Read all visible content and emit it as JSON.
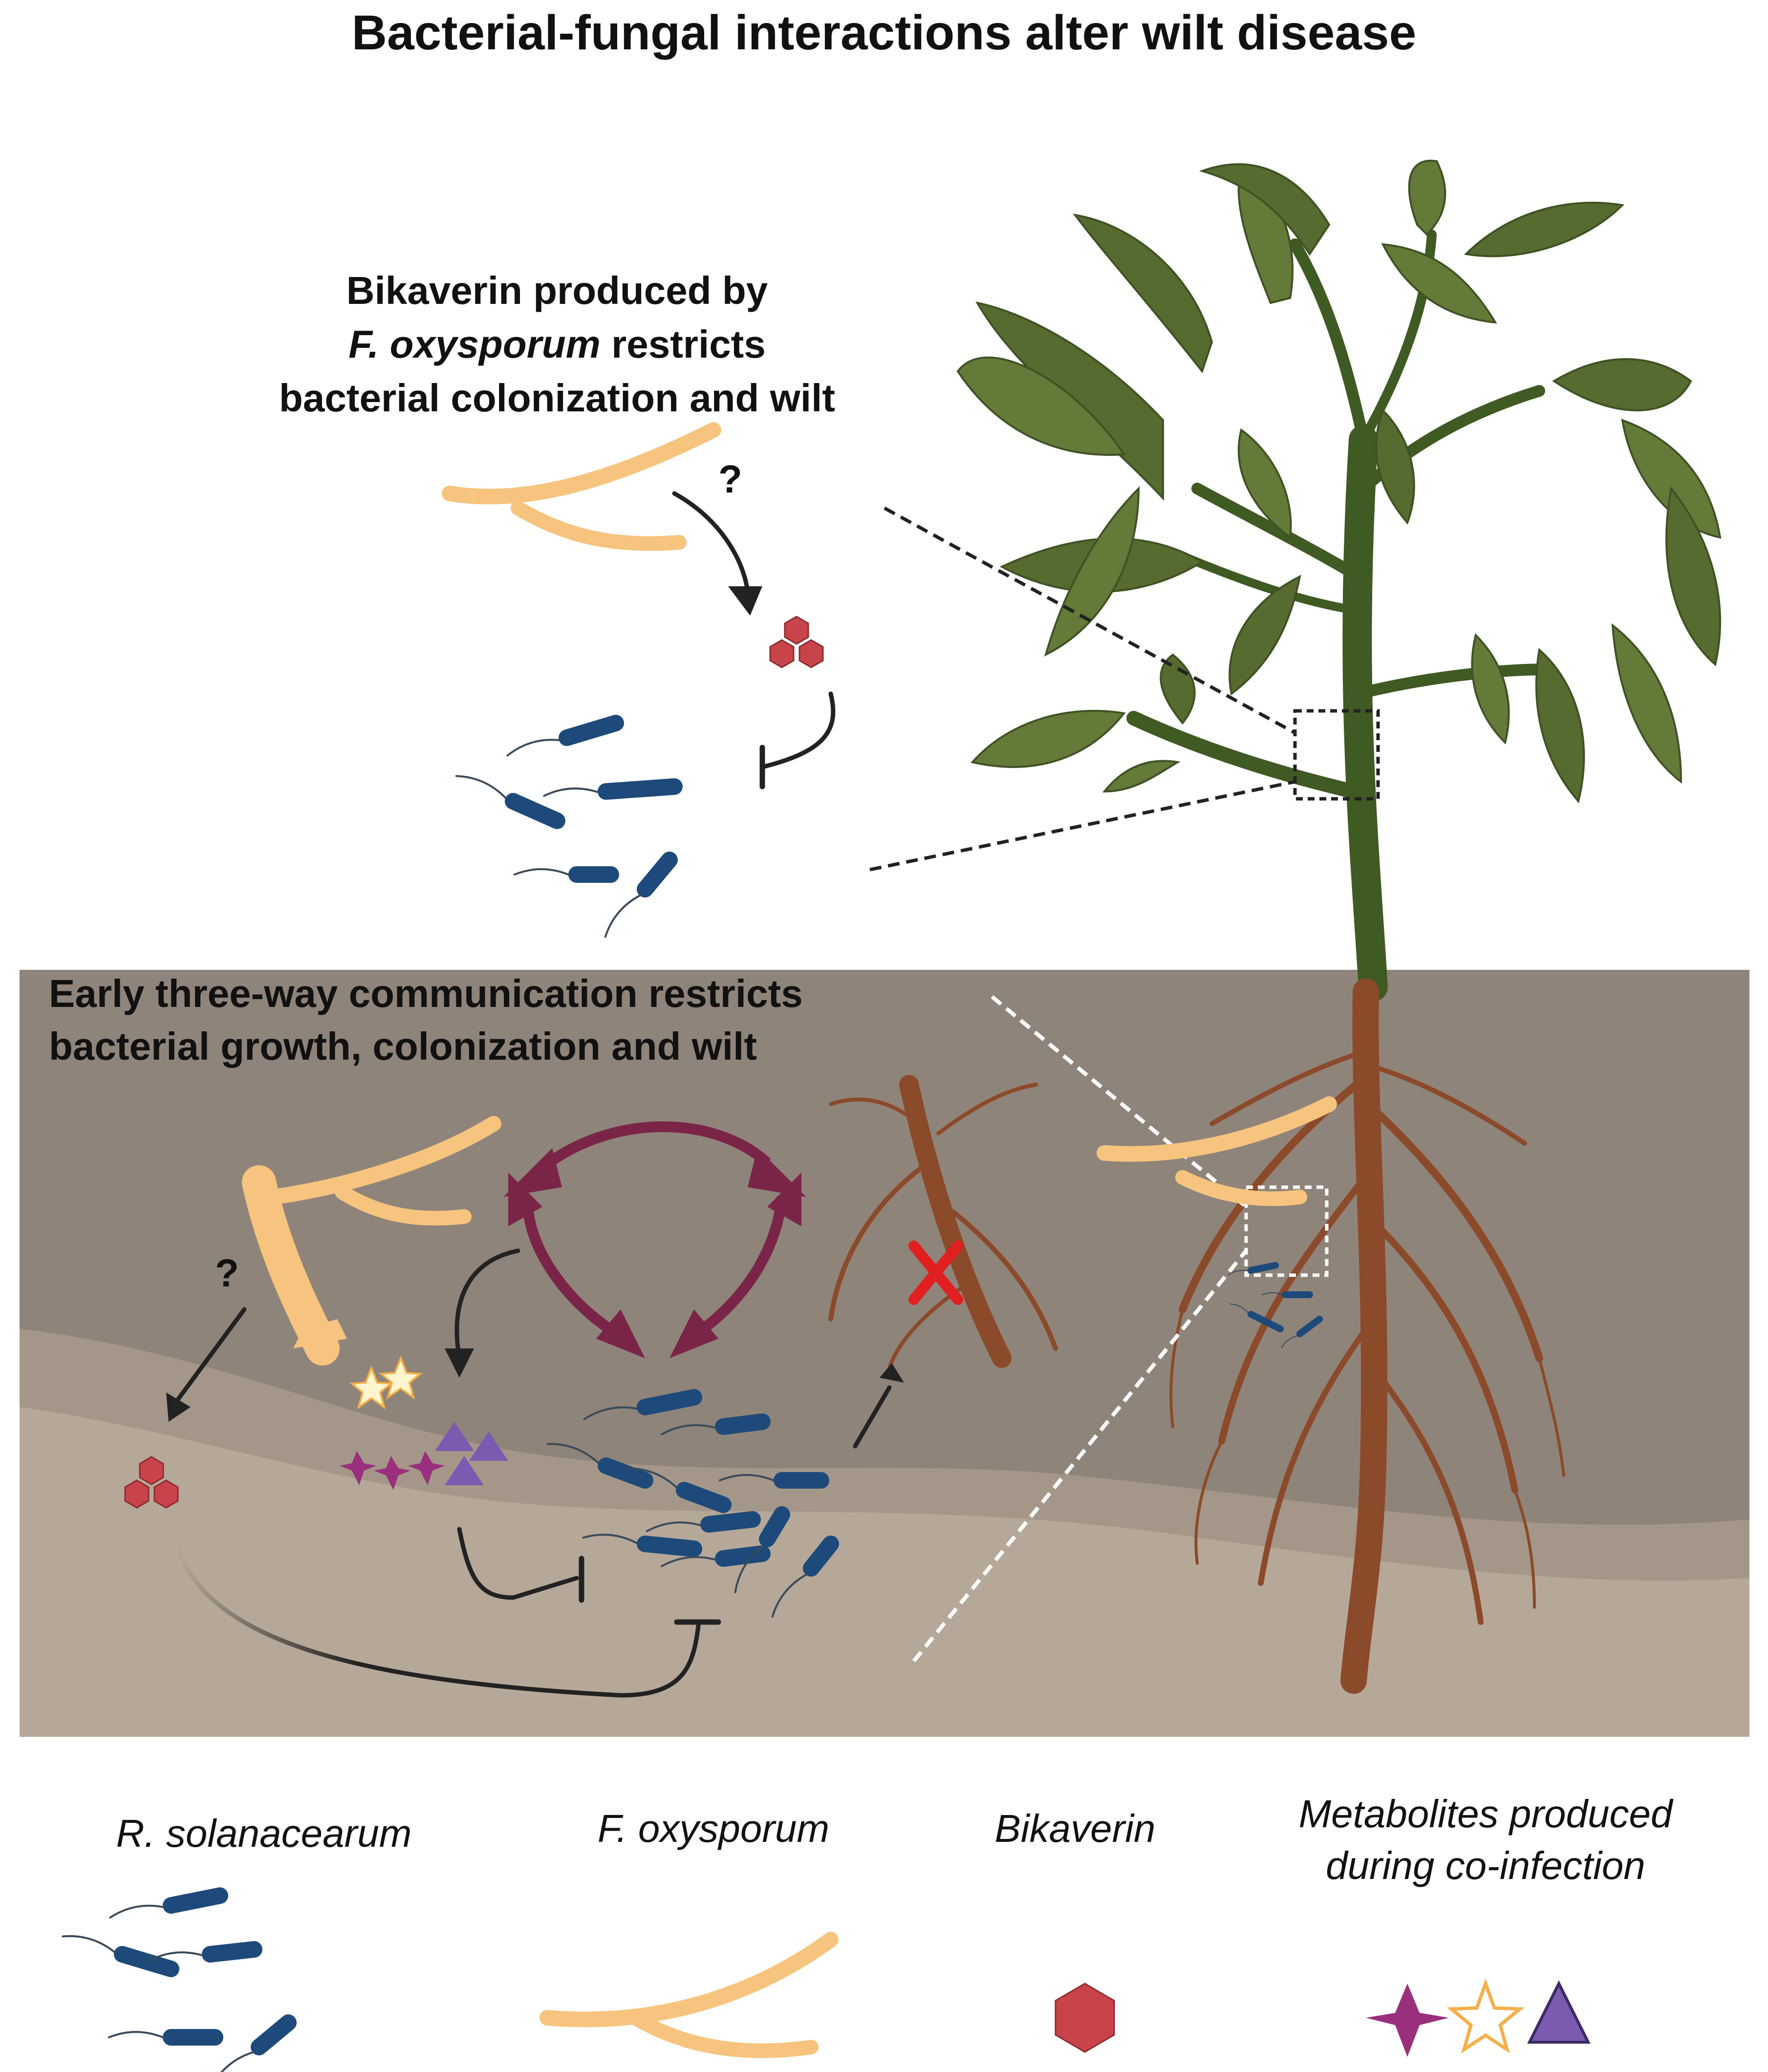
{
  "title": "Bacterial-fungal interactions alter wilt disease",
  "top_panel": {
    "caption_line1": "Bikaverin produced by",
    "caption_line2_italic": "F. oxysporum",
    "caption_line2_rest": " restricts",
    "caption_line3": "bacterial colonization and wilt",
    "question_mark": "?"
  },
  "soil_panel": {
    "caption_line1": "Early three-way communication restricts",
    "caption_line2": "bacterial growth, colonization and wilt",
    "question_mark": "?"
  },
  "legend": {
    "items": [
      {
        "label": "R. solanacearum"
      },
      {
        "label": "F. oxysporum"
      },
      {
        "label": "Bikaverin"
      },
      {
        "label_line1": "Metabolites produced",
        "label_line2": "during co-infection"
      }
    ]
  },
  "colors": {
    "bacteria": "#1d4a7a",
    "fungus": "#f6c47e",
    "bikaverin": "#c9444a",
    "metabolite_star": "#9a2f7d",
    "metabolite_open_star": "#f5b04a",
    "metabolite_triangle": "#7b5bb0",
    "interaction_arrows": "#7a2548",
    "soil_dark": "#8f847a",
    "soil_mid": "#a49789",
    "soil_light": "#b6a898",
    "leaf": "#556b2f",
    "stem": "#3f5a22",
    "root": "#8b4a2a",
    "inhibition_cross": "#e02020"
  }
}
